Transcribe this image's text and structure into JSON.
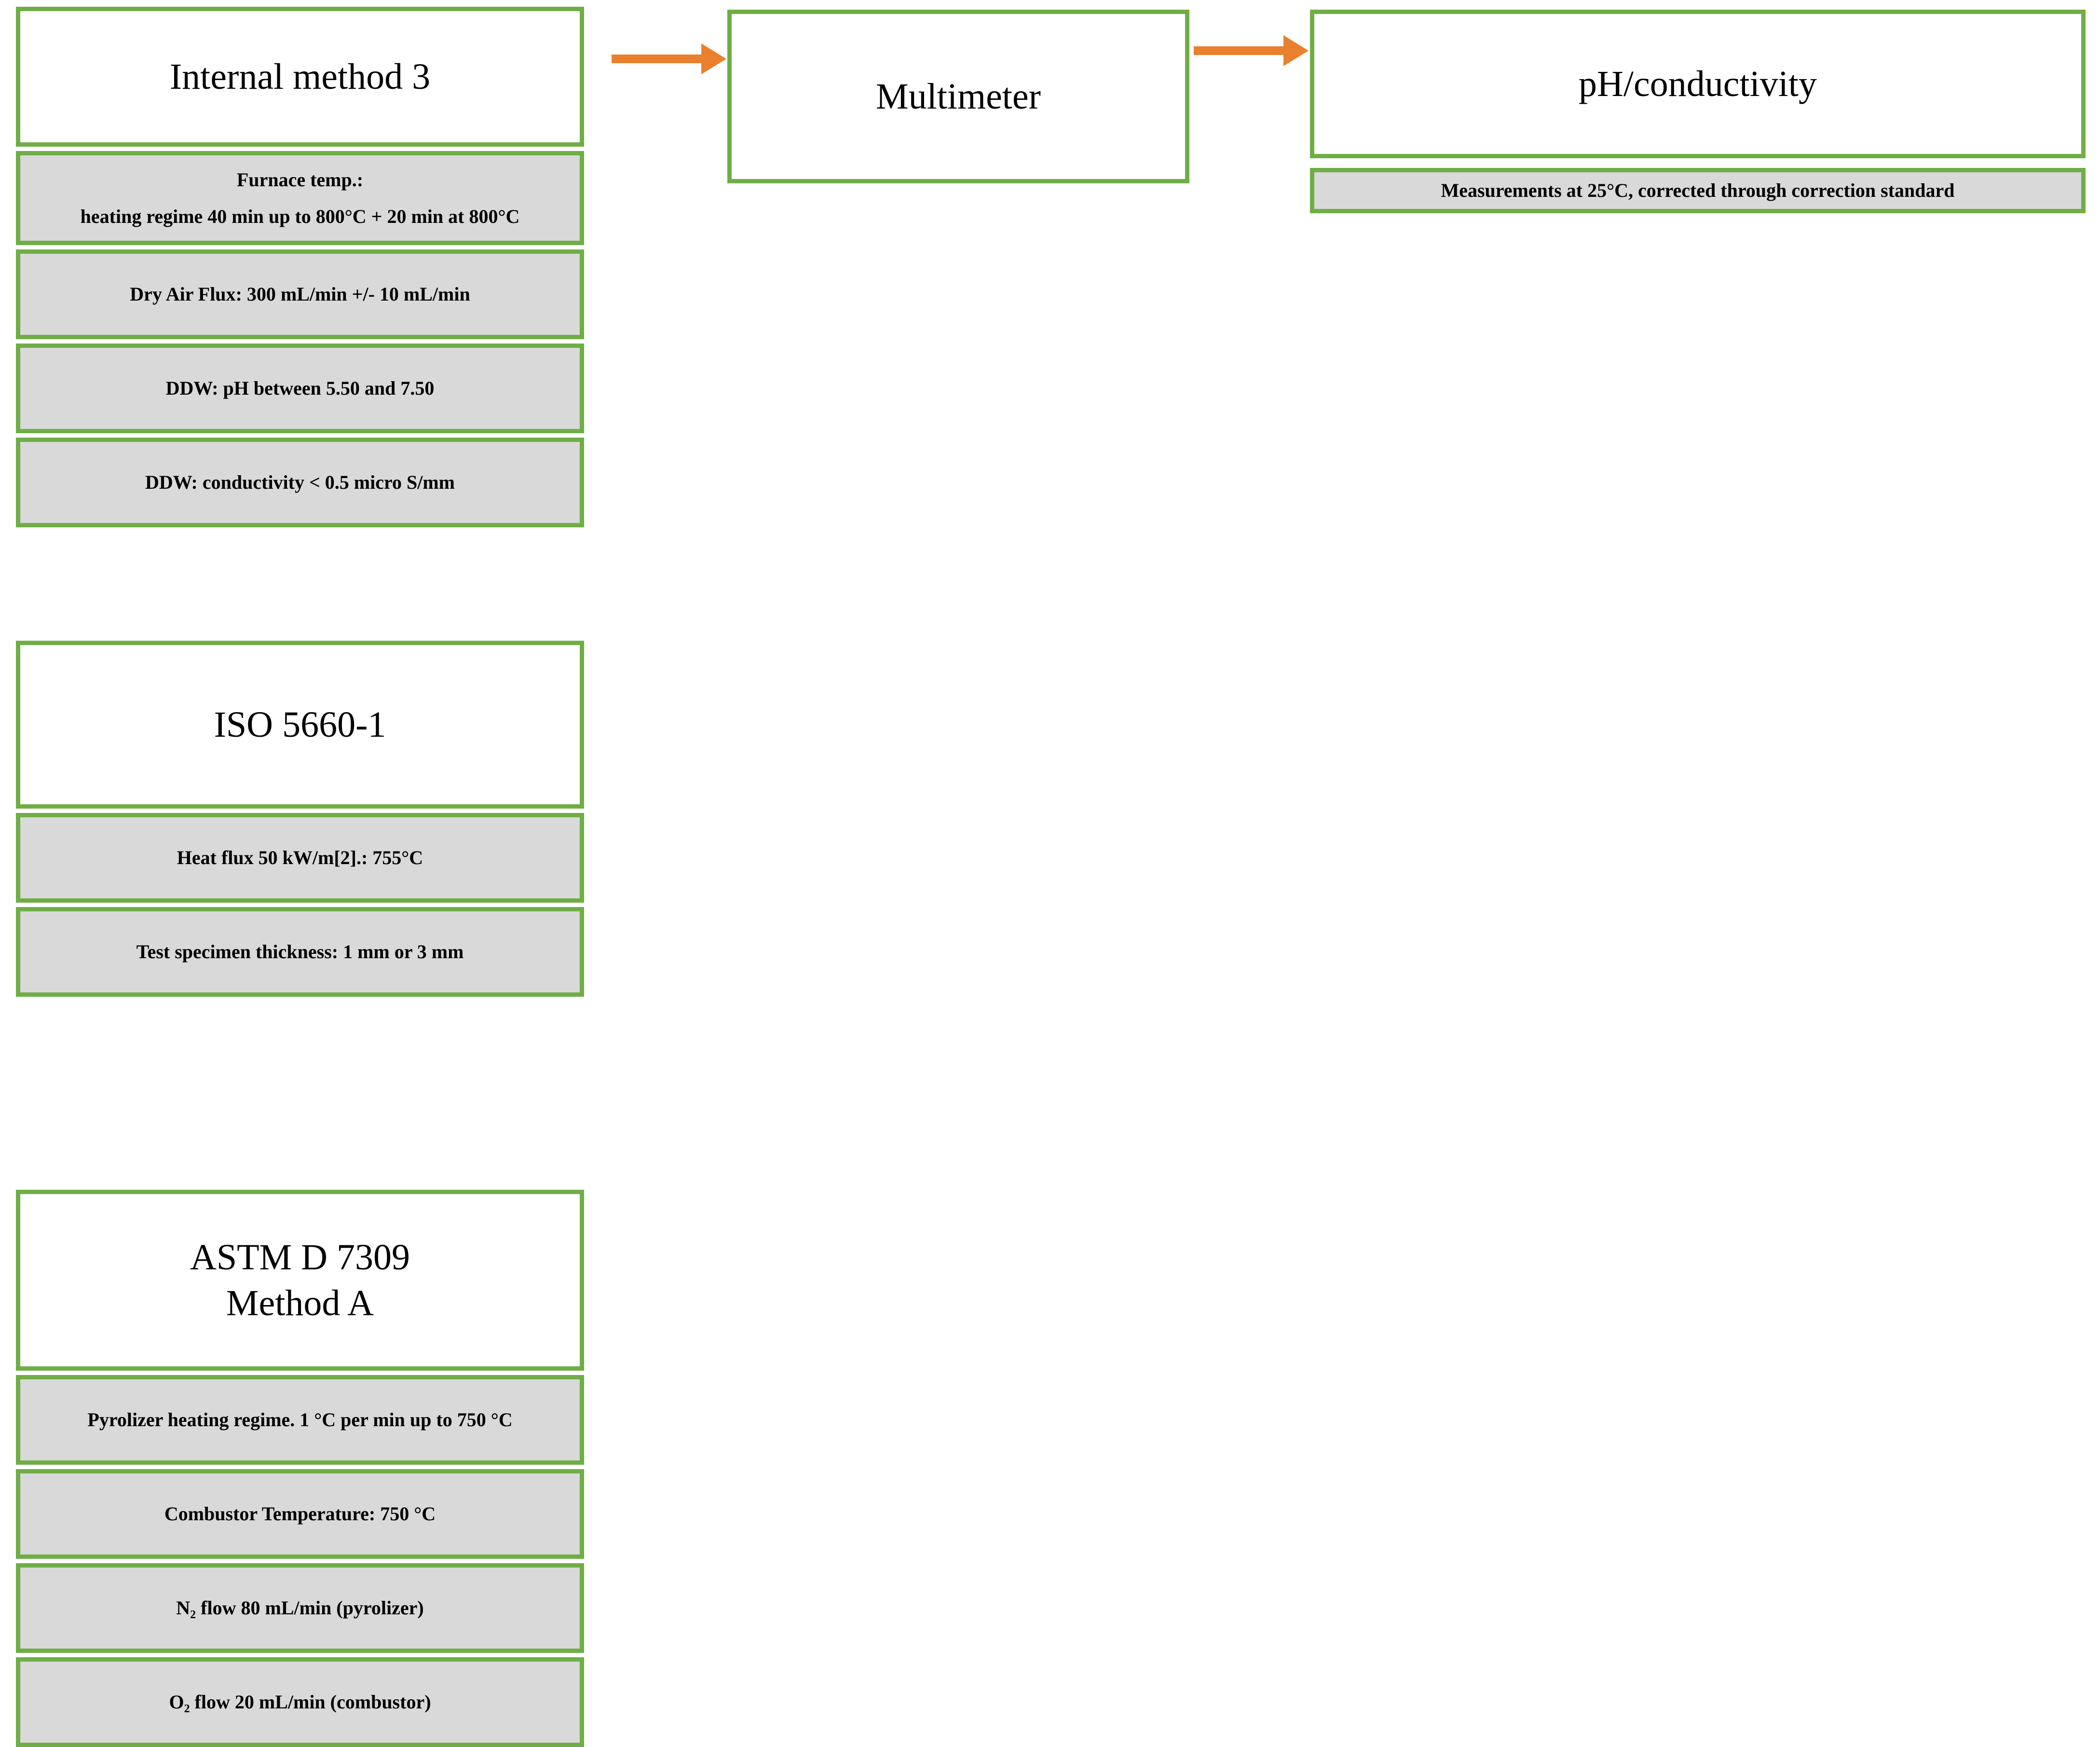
{
  "colors": {
    "box_border_green": "#6FAE46",
    "detail_fill_gray": "#D9D9D9",
    "arrow_orange": "#E8802E",
    "text_black": "#000000",
    "background": "#FFFFFF"
  },
  "diagram": {
    "type": "flowchart",
    "nodes": [
      {
        "id": "internal-method-3",
        "title": "Internal method 3",
        "details": [
          "Furnace temp.:\nheating regime 40 min up to 800°C + 20 min at 800°C",
          "Dry Air Flux: 300 mL/min +/- 10 mL/min",
          "DDW: pH between 5.50 and 7.50",
          "DDW: conductivity < 0.5 micro S/mm"
        ]
      },
      {
        "id": "iso-5660-1",
        "title": "ISO 5660-1",
        "details": [
          "Heat flux 50 kW/m[2].: 755°C",
          "Test specimen thickness: 1 mm or 3 mm"
        ]
      },
      {
        "id": "astm-d-7309",
        "title": "ASTM D 7309\nMethod A",
        "details": [
          "Pyrolizer heating regime. 1 °C per min up to 750 °C",
          "Combustor Temperature: 750 °C",
          "N₂ flow 80 mL/min (pyrolizer)",
          "O₂ flow 20 mL/min (combustor)"
        ]
      },
      {
        "id": "multimeter",
        "title": "Multimeter",
        "details": []
      },
      {
        "id": "ph-conductivity",
        "title": "pH/conductivity",
        "details": [
          "Measurements at 25°C, corrected through correction standard"
        ]
      }
    ],
    "edges": [
      {
        "id": "edge-1",
        "from": "internal-method-3",
        "to": "multimeter",
        "style": "solid-arrow",
        "color": "#E8802E"
      },
      {
        "id": "edge-2",
        "from": "multimeter",
        "to": "ph-conductivity",
        "style": "solid-arrow",
        "color": "#E8802E"
      }
    ]
  }
}
